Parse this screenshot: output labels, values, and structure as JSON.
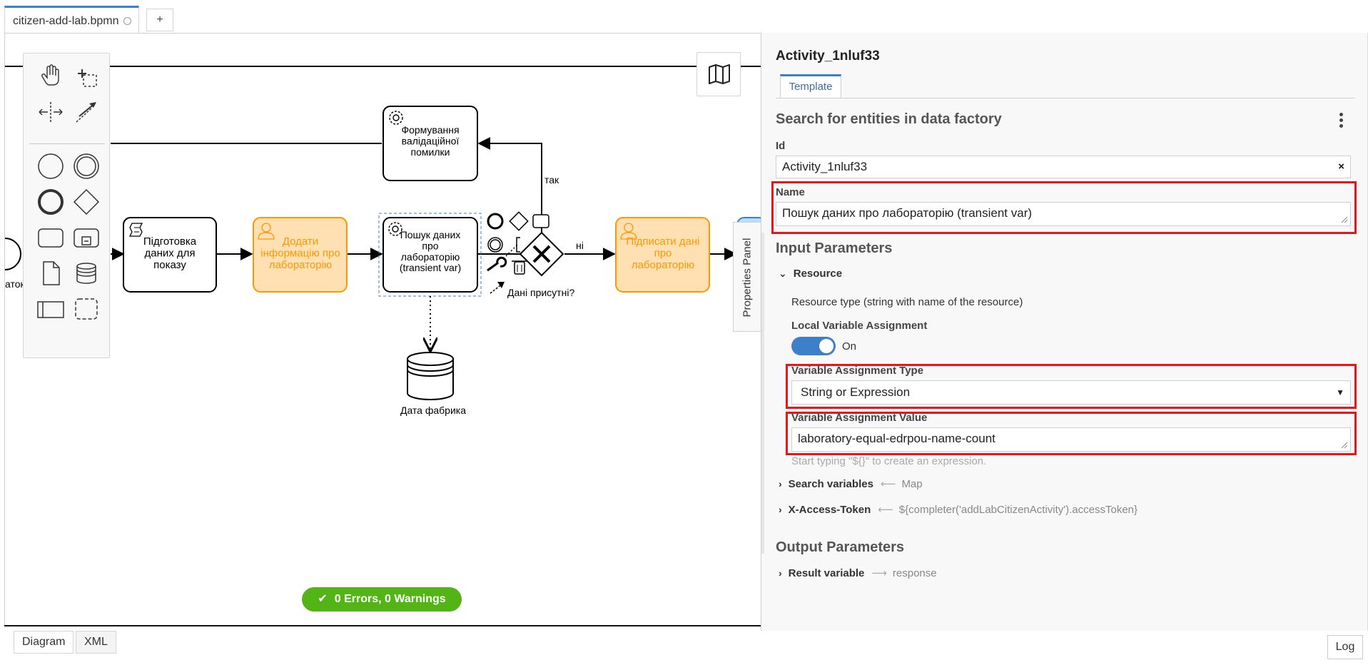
{
  "tabs": {
    "file_tab": "citizen-add-lab.bpmn",
    "add_tab": "+"
  },
  "palette": {
    "tools": [
      "hand-tool",
      "lasso-tool",
      "space-tool",
      "global-connect-tool",
      "start-event",
      "intermediate-event",
      "end-event",
      "gateway",
      "task",
      "subprocess",
      "data-object",
      "data-store",
      "pool",
      "group"
    ]
  },
  "diagram": {
    "nodes": {
      "validation_error": "Формування\nвалідаційної\nпомилки",
      "prepare_data": "Підготовка\nданих для\nпоказу",
      "add_info": "Додати\nінформацію про\nлабораторію",
      "search_data": "Пошук даних\nпро\nлабораторію\n(transient var)",
      "sign_data": "Підписати дані\nпро\nлабораторію",
      "data_factory": "Дата фабрика",
      "start_label": "аток"
    },
    "flows": {
      "yes": "так",
      "no": "ні",
      "gateway_question": "Дані присутні?"
    }
  },
  "status": {
    "text": "0 Errors, 0 Warnings"
  },
  "bottom": {
    "diagram_tab": "Diagram",
    "xml_tab": "XML",
    "log": "Log"
  },
  "properties_toggle": "Properties Panel",
  "panel": {
    "element_id": "Activity_1nluf33",
    "tab": "Template",
    "template_title": "Search for entities in data factory",
    "id_label": "Id",
    "id_value": "Activity_1nluf33",
    "clear": "×",
    "name_label": "Name",
    "name_value": "Пошук даних про лабораторію (transient var)",
    "input_params_title": "Input Parameters",
    "resource": {
      "label": "Resource",
      "description": "Resource type (string with name of the resource)",
      "local_var_label": "Local Variable Assignment",
      "toggle_state": "On",
      "var_type_label": "Variable Assignment Type",
      "var_type_value": "String or Expression",
      "var_value_label": "Variable Assignment Value",
      "var_value": "laboratory-equal-edrpou-name-count",
      "hint": "Start typing \"${}\" to create an expression."
    },
    "search_variables": {
      "label": "Search variables",
      "value": "Map"
    },
    "access_token": {
      "label": "X-Access-Token",
      "value": "${completer('addLabCitizenActivity').accessToken}"
    },
    "output_params_title": "Output Parameters",
    "result_variable": {
      "label": "Result variable",
      "value": "response"
    }
  },
  "colors": {
    "accent": "#3e7fc9",
    "user_task_fill": "#ffe0b2",
    "user_task_stroke": "#ff9800",
    "success": "#52b415",
    "highlight": "#e8161b"
  }
}
